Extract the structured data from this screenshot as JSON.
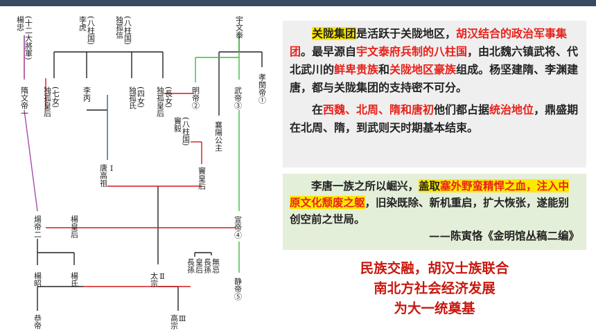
{
  "header": {
    "bar_color": "#3b4a63"
  },
  "tree": {
    "nodes": [
      {
        "id": "yangzhong",
        "text": "楊忠（十二大將軍）",
        "label": "楊忠\n(十二大將軍)"
      },
      {
        "id": "lihu",
        "text": "李虎（八柱国）",
        "label": "李虎\n(八柱国)"
      },
      {
        "id": "duguxin",
        "text": "独孤信（八柱国）",
        "label": "独孤信\n(八柱国)"
      },
      {
        "id": "yuwentai",
        "text": "宇文泰",
        "label": "宇文泰"
      },
      {
        "id": "suiwendi",
        "text": "隋文帝一",
        "label": "隋文帝一"
      },
      {
        "id": "dugu7",
        "text": "独孤皇后（七女）",
        "label": "独孤皇后\n(七女)"
      },
      {
        "id": "libing",
        "text": "李丙",
        "label": "李丙"
      },
      {
        "id": "dugu4",
        "text": "独孤氏（四女）",
        "label": "独孤氏\n(四女)"
      },
      {
        "id": "dugu1",
        "text": "独孤皇后（長女）",
        "label": "独孤皇后\n(長女)"
      },
      {
        "id": "mingdi",
        "text": "明帝②",
        "label": "明帝②"
      },
      {
        "id": "xiangyang",
        "text": "襄陽公主",
        "label": "襄陽公主"
      },
      {
        "id": "wudi",
        "text": "武帝③",
        "label": "武帝③"
      },
      {
        "id": "xiaomindi",
        "text": "孝閔帝①",
        "label": "孝閔帝①"
      },
      {
        "id": "douyi",
        "text": "竇毅（八柱国）",
        "label": "竇毅\n(八柱国)"
      },
      {
        "id": "tanggaozu",
        "text": "唐高祖Ⅰ",
        "label": "唐高祖\nⅠ"
      },
      {
        "id": "douhuanghou",
        "text": "竇皇后",
        "label": "竇皇后"
      },
      {
        "id": "yangdi",
        "text": "煬帝二",
        "label": "煬帝二"
      },
      {
        "id": "yanghuanghou",
        "text": "楊皇后",
        "label": "楊皇后"
      },
      {
        "id": "xuandi",
        "text": "宣帝④",
        "label": "宣帝④"
      },
      {
        "id": "yangzhao",
        "text": "楊昭",
        "label": "楊昭"
      },
      {
        "id": "yangshi",
        "text": "楊氏",
        "label": "楊氏"
      },
      {
        "id": "taizong",
        "text": "太宗Ⅱ",
        "label": "太宗\nⅡ"
      },
      {
        "id": "zhangsunhuanghou",
        "text": "長孫皇后",
        "label": "長孫\n皇后"
      },
      {
        "id": "zhangsunwuji",
        "text": "長孫無忌",
        "label": "長孫\n無忌"
      },
      {
        "id": "jingdi",
        "text": "静帝⑤",
        "label": "静帝⑤"
      },
      {
        "id": "gongdi",
        "text": "恭帝",
        "label": "恭帝"
      },
      {
        "id": "gaozong",
        "text": "高宗Ⅲ",
        "label": "高宗\nⅢ"
      }
    ]
  },
  "text_box": {
    "background": "#efefef",
    "para1": [
      {
        "t": "关陇集团",
        "s": "hl"
      },
      {
        "t": "是活跃于关陇地区，",
        "s": ""
      },
      {
        "t": "胡汉结合的政治军事集团",
        "s": "r"
      },
      {
        "t": "。最早源自",
        "s": ""
      },
      {
        "t": "宇文泰府兵制的八柱国",
        "s": "r"
      },
      {
        "t": "，由北魏六镇武将、代北武川的",
        "s": ""
      },
      {
        "t": "鲜卑贵族",
        "s": "r"
      },
      {
        "t": "和",
        "s": ""
      },
      {
        "t": "关陇地区豪族",
        "s": "r"
      },
      {
        "t": "组成。杨坚建隋、李渊建唐，都与关陇集团的支持密不可分。",
        "s": ""
      }
    ],
    "para2": [
      {
        "t": "在",
        "s": ""
      },
      {
        "t": "西魏、北周、隋和唐初",
        "s": "r"
      },
      {
        "t": "他们都占据",
        "s": ""
      },
      {
        "t": "统治地位",
        "s": "r"
      },
      {
        "t": "，鼎盛期在北周、隋，到武则天时期基本结束。",
        "s": ""
      }
    ]
  },
  "quote_box": {
    "background": "#e4efd9",
    "quote": [
      {
        "t": "李唐一族之所以崛兴，",
        "s": ""
      },
      {
        "t": "盖取",
        "s": "hl"
      },
      {
        "t": "塞外野蛮精悍之血，注入中原文化颓废之躯",
        "s": "hlr"
      },
      {
        "t": "，旧染既除、新机重启，扩大恢张，遂能别创空前之世局。",
        "s": ""
      }
    ],
    "source": "——陈寅恪《金明馆丛稿二编》"
  },
  "conclusion": {
    "color": "#c8170e",
    "lines": [
      "民族交融，胡汉士族联合",
      "南北方社会经济发展",
      "为大一统奠基"
    ]
  }
}
